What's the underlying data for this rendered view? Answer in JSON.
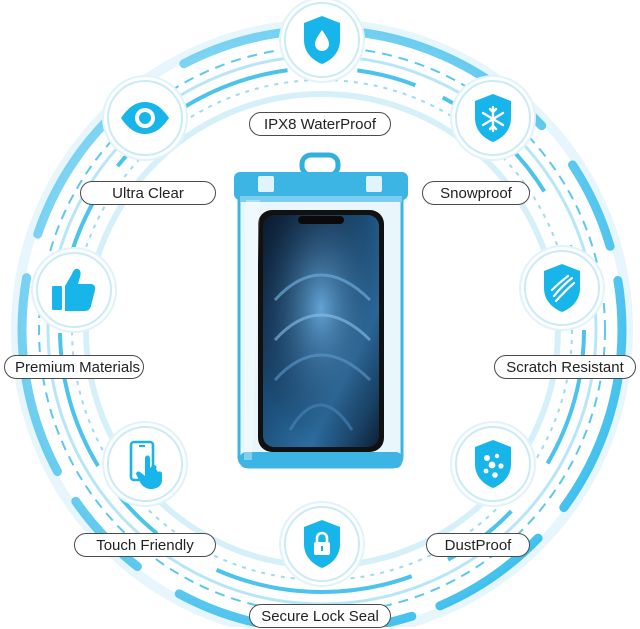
{
  "colors": {
    "accent": "#18b5ea",
    "accent_light": "#9fdcf3",
    "pouch_blue": "#2fb0df",
    "phone_dark": "#0d2238"
  },
  "features": [
    {
      "key": "waterproof",
      "label": "IPX8 WaterProof",
      "icon": "shield-water-drop-icon"
    },
    {
      "key": "snowproof",
      "label": "Snowproof",
      "icon": "shield-snowflake-icon"
    },
    {
      "key": "scratch",
      "label": "Scratch Resistant",
      "icon": "shield-scratch-icon"
    },
    {
      "key": "dustproof",
      "label": "DustProof",
      "icon": "shield-dust-icon"
    },
    {
      "key": "lock",
      "label": "Secure Lock Seal",
      "icon": "shield-lock-icon"
    },
    {
      "key": "touch",
      "label": "Touch Friendly",
      "icon": "phone-touch-icon"
    },
    {
      "key": "materials",
      "label": "Premium Materials",
      "icon": "thumbs-up-icon"
    },
    {
      "key": "clear",
      "label": "Ultra Clear",
      "icon": "eye-icon"
    }
  ]
}
